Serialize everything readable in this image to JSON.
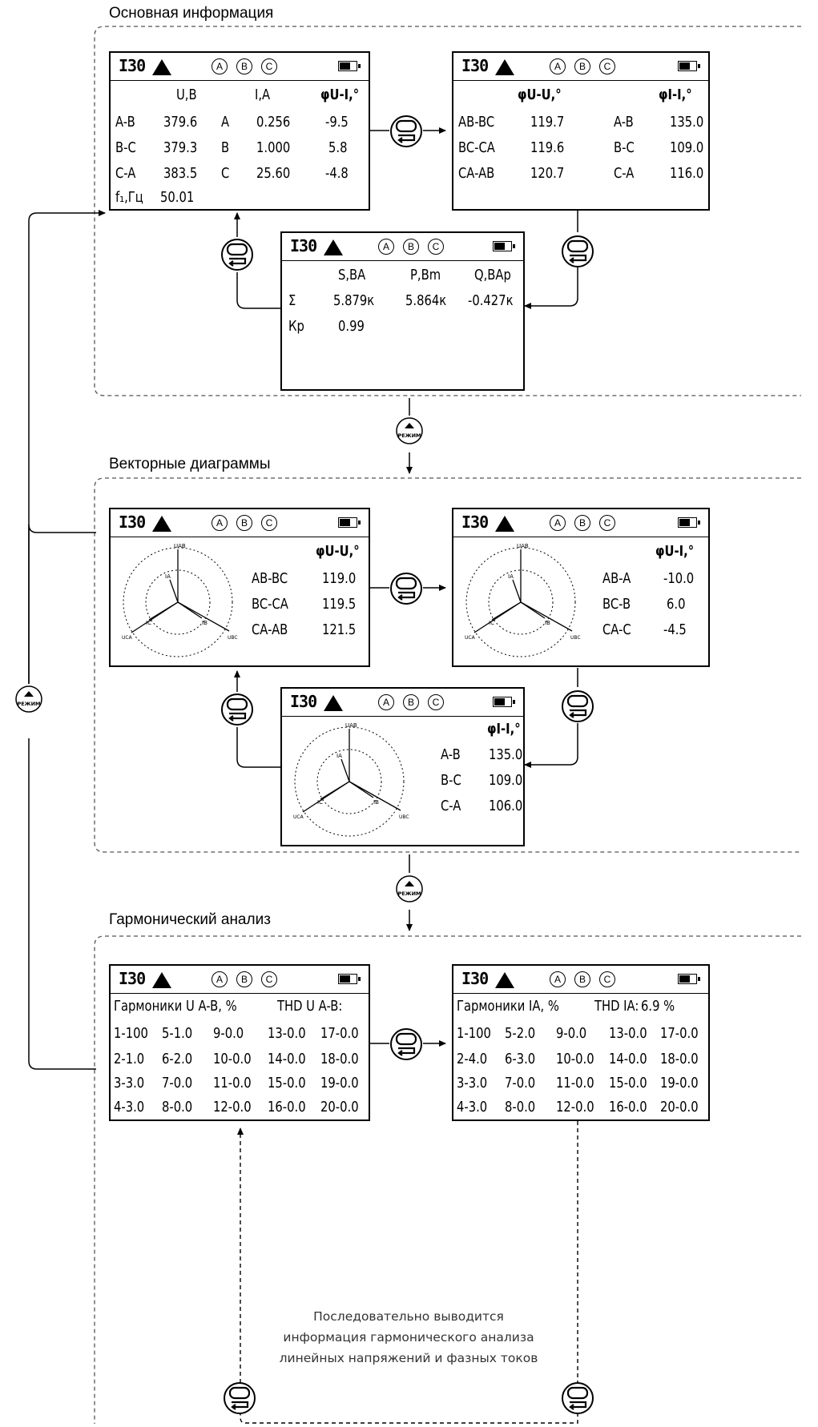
{
  "sections": [
    {
      "title": "Основная информация"
    },
    {
      "title": "Векторные диаграммы"
    },
    {
      "title": "Гармонический анализ"
    }
  ],
  "header": {
    "brand": "I30",
    "phases": [
      "A",
      "B",
      "C"
    ]
  },
  "mode_key_label": "РЕЖИМ",
  "screens": {
    "s1": {
      "col1": "U,B",
      "col2": "I,A",
      "col3": "φU-I,°",
      "rows": [
        [
          "A-B",
          "379.6",
          "A",
          "0.256",
          "-9.5"
        ],
        [
          "B-C",
          "379.3",
          "B",
          "1.000",
          "5.8"
        ],
        [
          "C-A",
          "383.5",
          "C",
          "25.60",
          "-4.8"
        ]
      ],
      "freq_label": "f₁,Гц",
      "freq_value": "50.01"
    },
    "s2": {
      "col1": "φU-U,°",
      "col2": "φI-I,°",
      "rows": [
        [
          "AB-BC",
          "119.7",
          "A-B",
          "135.0"
        ],
        [
          "BC-CA",
          "119.6",
          "B-C",
          "109.0"
        ],
        [
          "CA-AB",
          "120.7",
          "C-A",
          "116.0"
        ]
      ]
    },
    "s3": {
      "col1": "S,BA",
      "col2": "P,Bm",
      "col3": "Q,BAp",
      "sum_label": "Σ",
      "sum_values": [
        "5.879к",
        "5.864к",
        "-0.427к"
      ],
      "kp_label": "Кр",
      "kp_value": "0.99"
    },
    "v1": {
      "heading": "φU-U,°",
      "rows": [
        [
          "AB-BC",
          "119.0"
        ],
        [
          "BC-CA",
          "119.5"
        ],
        [
          "CA-AB",
          "121.5"
        ]
      ],
      "vec_labels": {
        "uab": "UAB",
        "ia": "IA",
        "ib": "IB",
        "ubc": "UBC",
        "ic": "IC",
        "uca": "UCA"
      }
    },
    "v2": {
      "heading": "φU-I,°",
      "rows": [
        [
          "AB-A",
          "-10.0"
        ],
        [
          "BC-B",
          "6.0"
        ],
        [
          "CA-C",
          "-4.5"
        ]
      ]
    },
    "v3": {
      "heading": "φI-I,°",
      "rows": [
        [
          "A-B",
          "135.0"
        ],
        [
          "B-C",
          "109.0"
        ],
        [
          "C-A",
          "106.0"
        ]
      ]
    },
    "h1": {
      "title": "Гармоники U A-B, %",
      "thd": "THD U A-B:",
      "grid": [
        [
          "1-100",
          "5-1.0",
          "9-0.0",
          "13-0.0",
          "17-0.0"
        ],
        [
          "2-1.0",
          "6-2.0",
          "10-0.0",
          "14-0.0",
          "18-0.0"
        ],
        [
          "3-3.0",
          "7-0.0",
          "11-0.0",
          "15-0.0",
          "19-0.0"
        ],
        [
          "4-3.0",
          "8-0.0",
          "12-0.0",
          "16-0.0",
          "20-0.0"
        ]
      ]
    },
    "h2": {
      "title": "Гармоники IA, %",
      "thd": "THD IA:",
      "thd_value": "6.9 %",
      "grid": [
        [
          "1-100",
          "5-2.0",
          "9-0.0",
          "13-0.0",
          "17-0.0"
        ],
        [
          "2-4.0",
          "6-3.0",
          "10-0.0",
          "14-0.0",
          "18-0.0"
        ],
        [
          "3-3.0",
          "7-0.0",
          "11-0.0",
          "15-0.0",
          "19-0.0"
        ],
        [
          "4-3.0",
          "8-0.0",
          "12-0.0",
          "16-0.0",
          "20-0.0"
        ]
      ]
    }
  },
  "note": [
    "Последовательно выводится",
    "информация гармонического анализа",
    "линейных напряжений и фазных токов"
  ]
}
